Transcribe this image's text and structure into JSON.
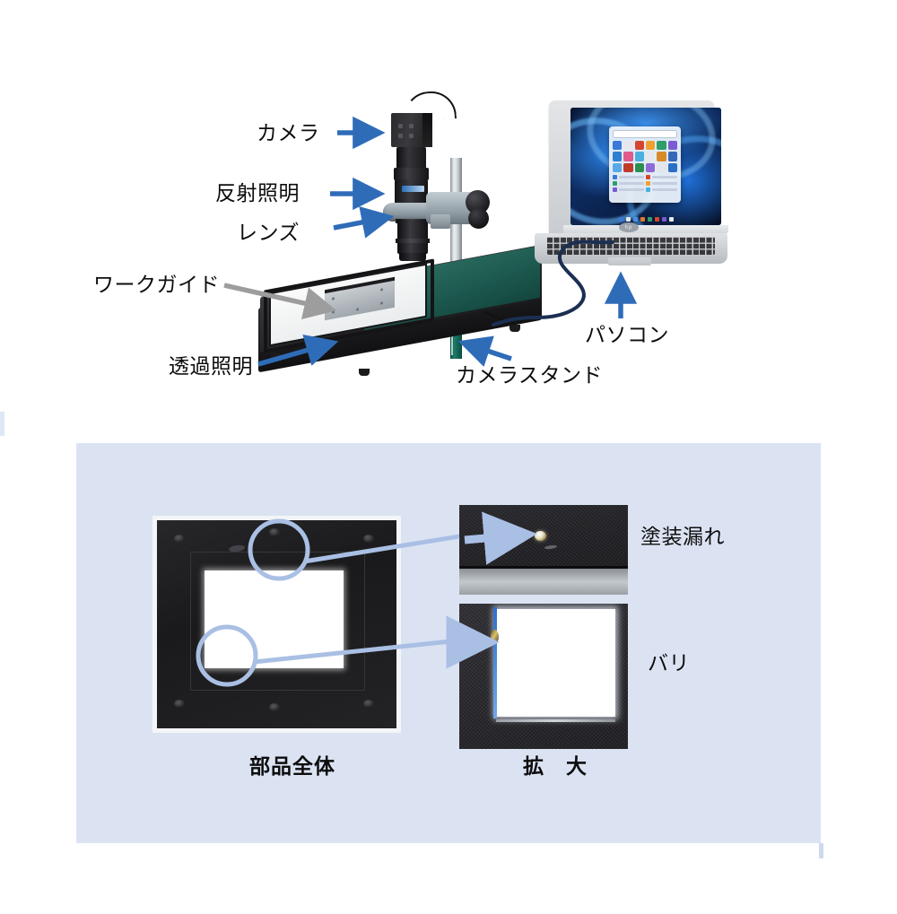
{
  "page": {
    "title": "検査装置構成図",
    "background_color": "#ffffff",
    "panel_color": "#dbe3f3",
    "arrow_blue": "#2f6cb8",
    "arrow_grey": "#9d9d9d",
    "anno_blue": "#aabfe4"
  },
  "top_figure": {
    "labels": [
      {
        "id": "camera",
        "text": "カメラ",
        "pointer": "blue-arrow"
      },
      {
        "id": "ring-light",
        "text": "反射照明",
        "pointer": "blue-arrow"
      },
      {
        "id": "lens",
        "text": "レンズ",
        "pointer": "blue-arrow"
      },
      {
        "id": "work-guide",
        "text": "ワークガイド",
        "pointer": "grey-arrow"
      },
      {
        "id": "transmitted",
        "text": "透過照明",
        "pointer": "blue-arrow"
      },
      {
        "id": "camera-stand",
        "text": "カメラスタンド",
        "pointer": "blue-arrow"
      },
      {
        "id": "pc",
        "text": "パソコン",
        "pointer": "blue-arrow"
      }
    ]
  },
  "bottom_panel": {
    "captions": [
      {
        "id": "whole-part",
        "text": "部品全体"
      },
      {
        "id": "magnified",
        "text": "拡　大"
      }
    ],
    "defects": [
      {
        "id": "paint-leak",
        "text": "塗装漏れ"
      },
      {
        "id": "burr",
        "text": "バリ"
      }
    ]
  }
}
